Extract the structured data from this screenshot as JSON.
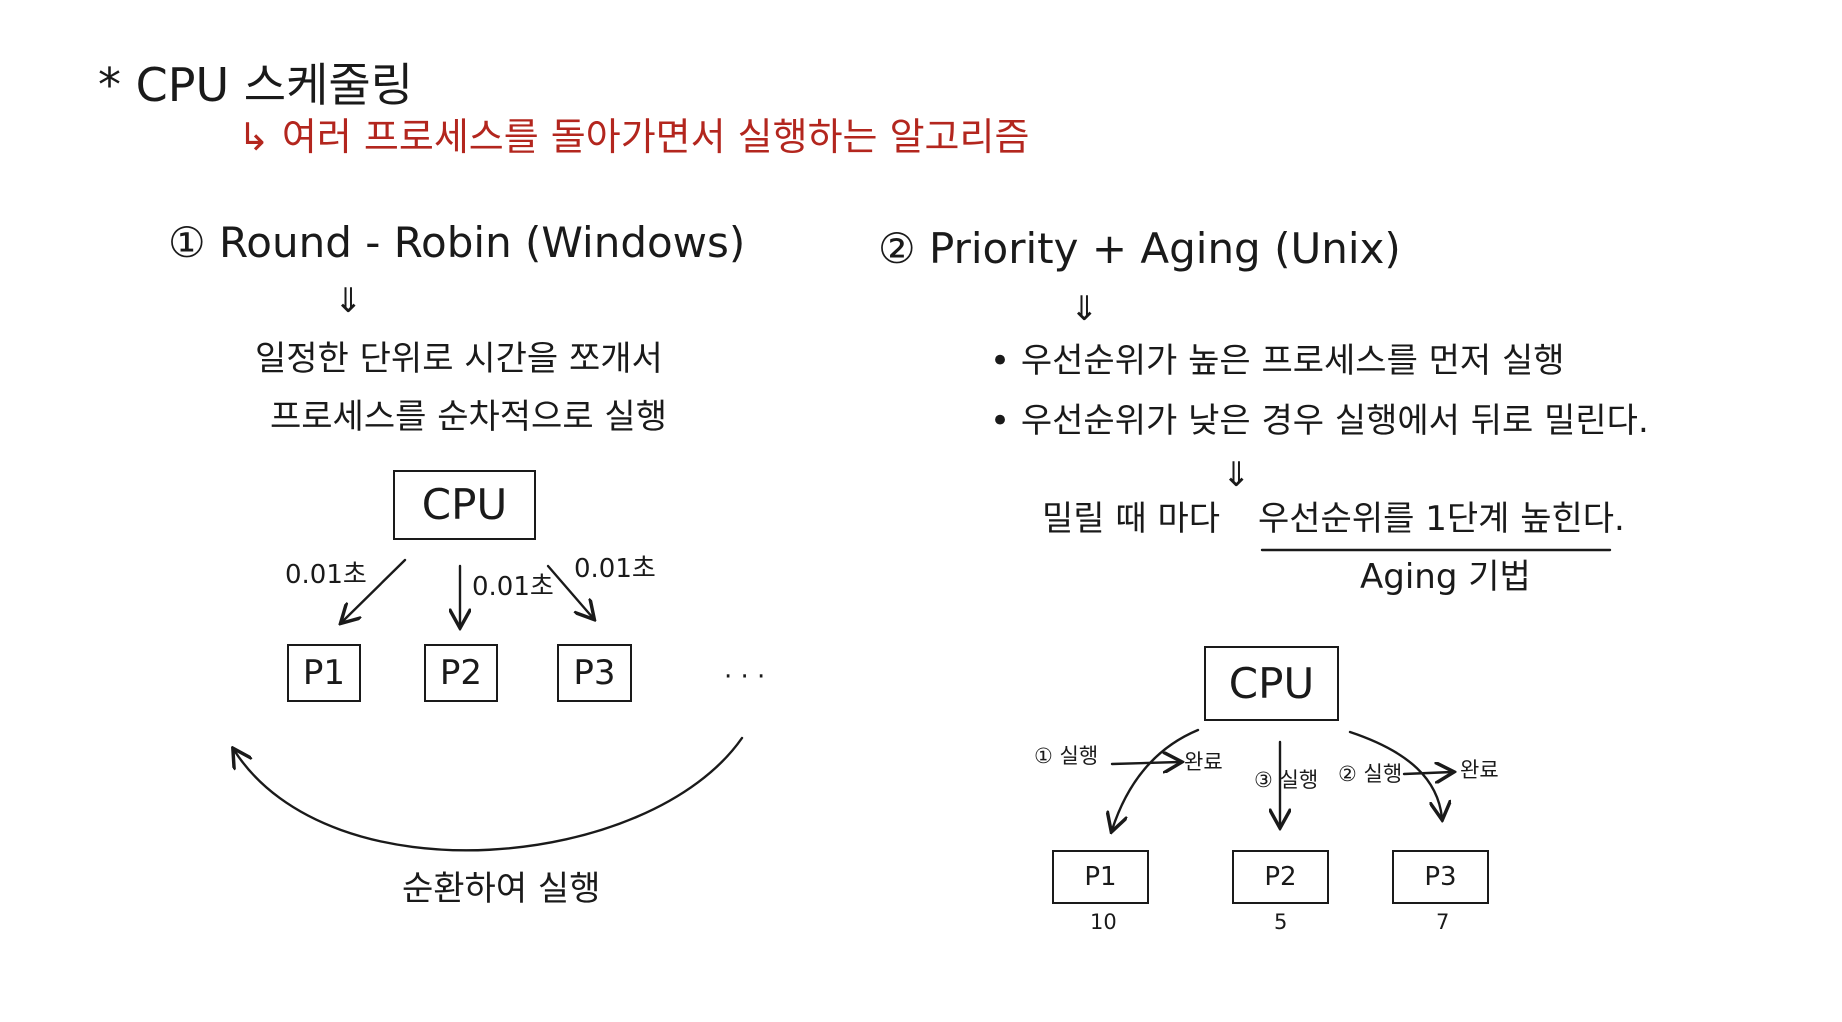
{
  "title": "* CPU 스케줄링",
  "subtitle": "↳ 여러 프로세스를 돌아가면서 실행하는 알고리즘",
  "colors": {
    "ink": "#1a1a1a",
    "accent": "#b3261e"
  },
  "left": {
    "heading": "① Round - Robin (Windows)",
    "arrow": "⇓",
    "desc_line1": "일정한 단위로 시간을 쪼개서",
    "desc_line2": "프로세스를 순차적으로 실행",
    "cpu": "CPU",
    "time_labels": [
      "0.01초",
      "0.01초",
      "0.01초"
    ],
    "processes": [
      "P1",
      "P2",
      "P3"
    ],
    "ellipsis": "· · ·",
    "cycle_label": "순환하여 실행"
  },
  "right": {
    "heading": "② Priority + Aging (Unix)",
    "arrow1": "⇓",
    "bullets": [
      "우선순위가 높은 프로세스를 먼저 실행",
      "우선순위가 낮은 경우 실행에서 뒤로 밀린다."
    ],
    "arrow2": "⇓",
    "push_prefix": "밀릴 때 마다",
    "push_underlined": "우선순위를 1단계 높힌다.",
    "aging": "Aging 기법",
    "cpu": "CPU",
    "steps": {
      "s1": "① 실행",
      "s1_done": "완료",
      "s3": "③ 실행",
      "s2": "② 실행",
      "s2_done": "완료"
    },
    "processes": [
      {
        "name": "P1",
        "priority": "10"
      },
      {
        "name": "P2",
        "priority": "5"
      },
      {
        "name": "P3",
        "priority": "7"
      }
    ]
  }
}
